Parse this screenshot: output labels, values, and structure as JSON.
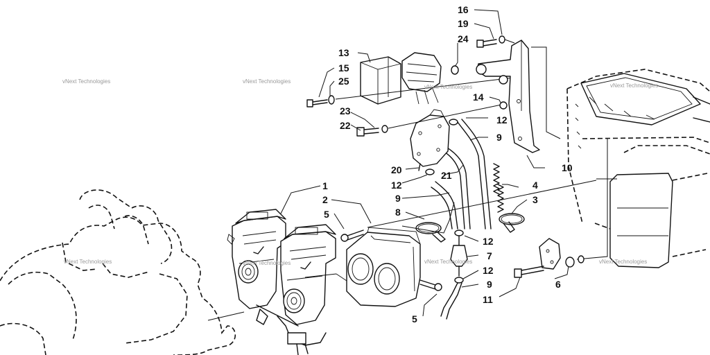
{
  "watermark": "vNext Technologies",
  "callouts": [
    "1",
    "2",
    "3",
    "4",
    "5",
    "5",
    "6",
    "7",
    "8",
    "9",
    "9",
    "9",
    "10",
    "11",
    "12",
    "12",
    "12",
    "12",
    "13",
    "14",
    "15",
    "16",
    "19",
    "20",
    "21",
    "22",
    "23",
    "24",
    "25"
  ]
}
